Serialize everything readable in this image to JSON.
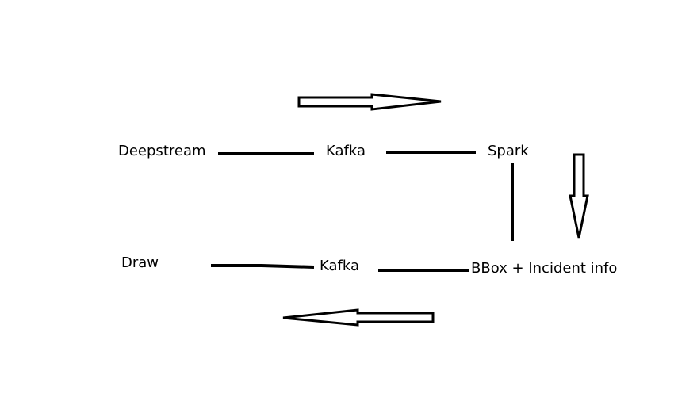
{
  "nodes": {
    "deepstream": "Deepstream",
    "kafka_top": "Kafka",
    "spark": "Spark",
    "draw": "Draw",
    "kafka_bottom": "Kafka",
    "bbox_info": "BBox + Incident info"
  },
  "colors": {
    "background": "#ffffff",
    "ink": "#000000"
  },
  "icons": {
    "top_arrow": "arrow-right-outline-icon",
    "right_arrow": "arrow-down-outline-icon",
    "bottom_arrow": "arrow-left-outline-icon"
  }
}
